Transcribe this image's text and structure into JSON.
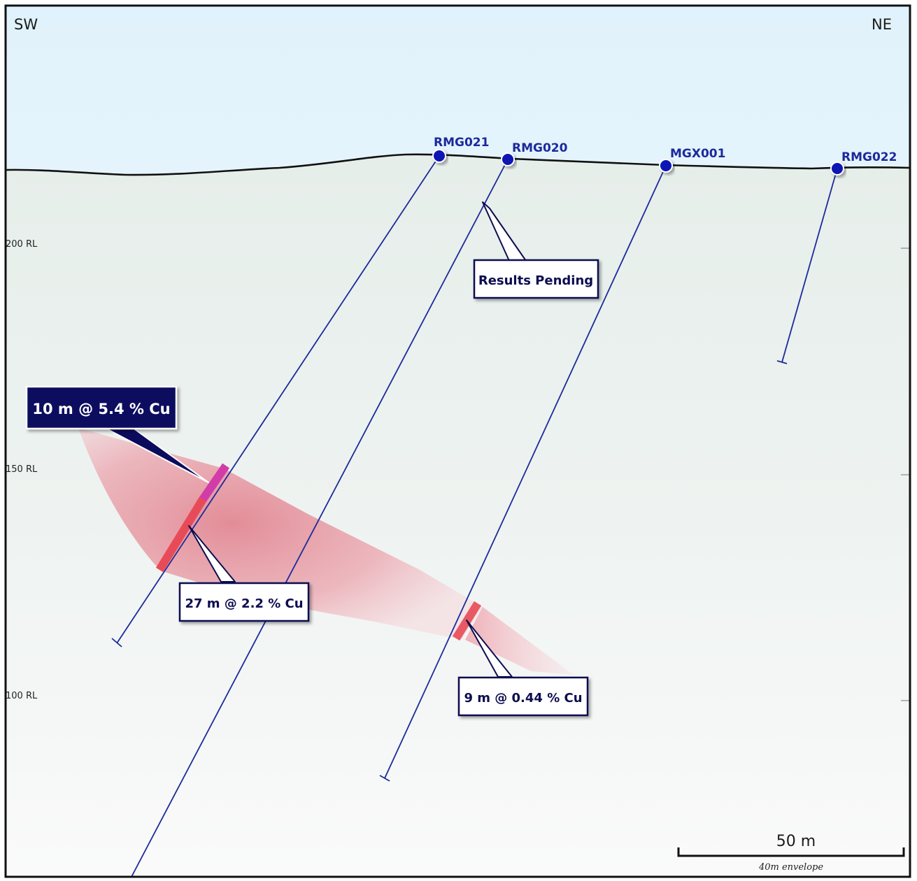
{
  "orientation": {
    "left": "SW",
    "right": "NE"
  },
  "elevation_labels": [
    "200 RL",
    "150 RL",
    "100 RL"
  ],
  "drill_holes": [
    {
      "id": "RMG021"
    },
    {
      "id": "RMG020"
    },
    {
      "id": "MGX001"
    },
    {
      "id": "RMG022"
    }
  ],
  "callouts": {
    "pending": "Results Pending",
    "intercept_main": "10 m @ 5.4 % Cu",
    "intercept_rmg021": "27 m @ 2.2 % Cu",
    "intercept_mgx001": "9 m @ 0.44 % Cu"
  },
  "scale_bar": {
    "label": "50 m",
    "note": "40m envelope"
  },
  "colors": {
    "drill_trace": "#1c2a9c",
    "collar": "#0a14b4",
    "ground_fill": "#e9f0ed",
    "sky_top": "#e3f3fb",
    "mineral_envelope": "#e07a87",
    "high_grade": "#d23ca8",
    "intercept": "#e84b58",
    "callout_dark": "#0b0b5e"
  }
}
